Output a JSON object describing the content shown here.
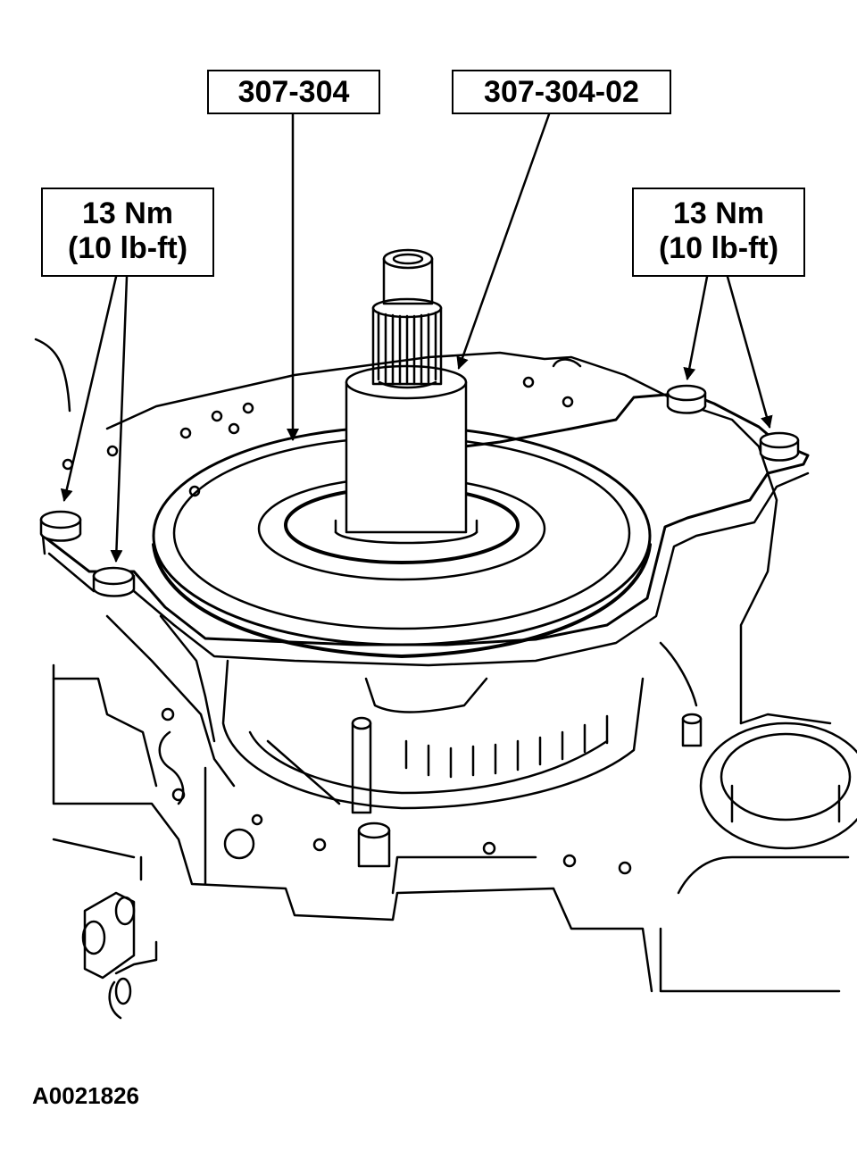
{
  "callouts": {
    "tool_main": "307-304",
    "tool_sub": "307-304-02",
    "torque_left": {
      "nm": "13 Nm",
      "lbft": "(10 lb-ft)"
    },
    "torque_right": {
      "nm": "13 Nm",
      "lbft": "(10 lb-ft)"
    }
  },
  "figure_code": "A0021826",
  "colors": {
    "ink": "#000000",
    "paper": "#ffffff"
  }
}
